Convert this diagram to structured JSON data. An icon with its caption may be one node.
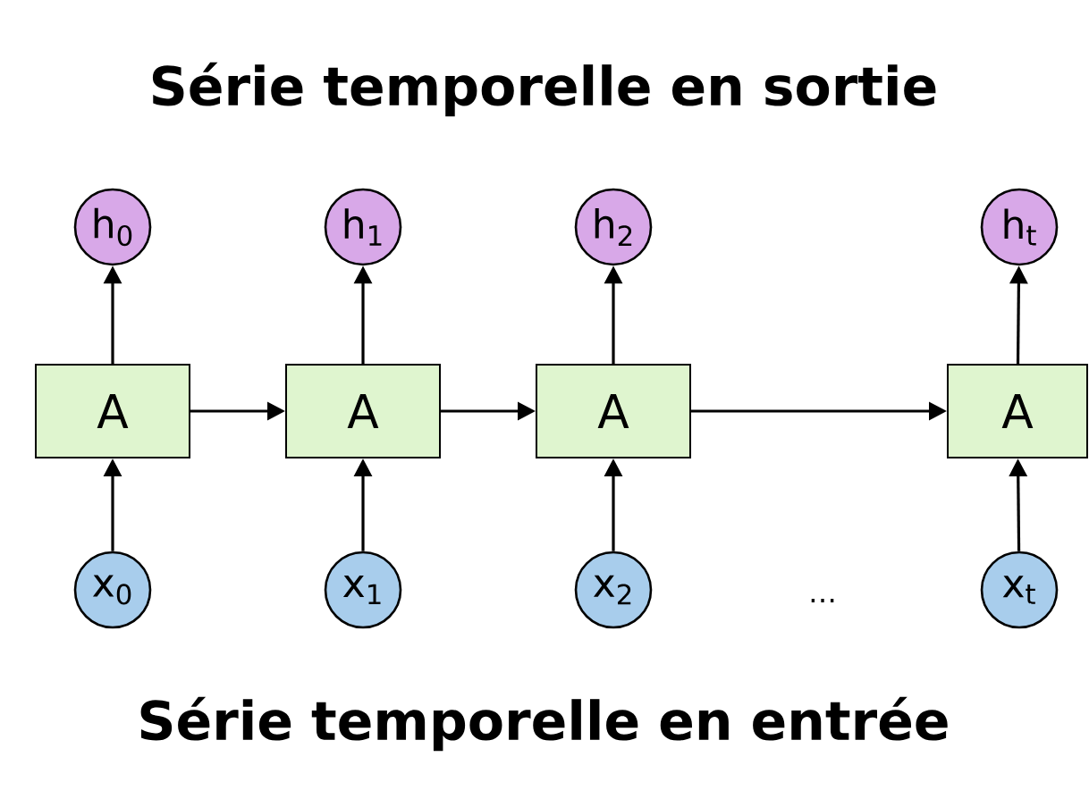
{
  "diagram": {
    "title": "Série temporelle en sortie",
    "nodes": [
      {
        "text": [
          "h$_{0}$"
        ]
      },
      {
        "text": [
          "h$_{1}$"
        ]
      },
      {
        "text": [
          "h$_{2}$"
        ]
      },
      {
        "text": [
          "h$_{t}$"
        ]
      },
      {
        "text": [
          "A"
        ]
      },
      {
        "text": [
          "A"
        ]
      },
      {
        "text": [
          "A"
        ]
      },
      {
        "text": [
          "A"
        ]
      },
      {
        "text": [
          "x$_{0}$"
        ]
      },
      {
        "text": [
          "x$_{1}$"
        ]
      },
      {
        "text": [
          "x$_{2}$"
        ]
      },
      {
        "text": [
          "x$_{t}$"
        ]
      }
    ],
    "edges": [
      {
        "from": 8,
        "to": 4,
        "arrow": "to"
      },
      {
        "from": 9,
        "to": 5,
        "arrow": "to"
      },
      {
        "from": 10,
        "to": 6,
        "arrow": "to"
      },
      {
        "from": 11,
        "to": 7,
        "arrow": "to"
      },
      {
        "from": 4,
        "to": 0,
        "arrow": "to"
      },
      {
        "from": 5,
        "to": 1,
        "arrow": "to"
      },
      {
        "from": 6,
        "to": 2,
        "arrow": "to"
      },
      {
        "from": 7,
        "to": 3,
        "arrow": "to"
      },
      {
        "from": 4,
        "to": 5,
        "arrow": "to"
      },
      {
        "from": 5,
        "to": 6,
        "arrow": "to"
      },
      {
        "from": 6,
        "to": 7,
        "arrow": "to"
      }
    ],
    "labels": [
      "…",
      "Série temporelle en entrée"
    ]
  }
}
